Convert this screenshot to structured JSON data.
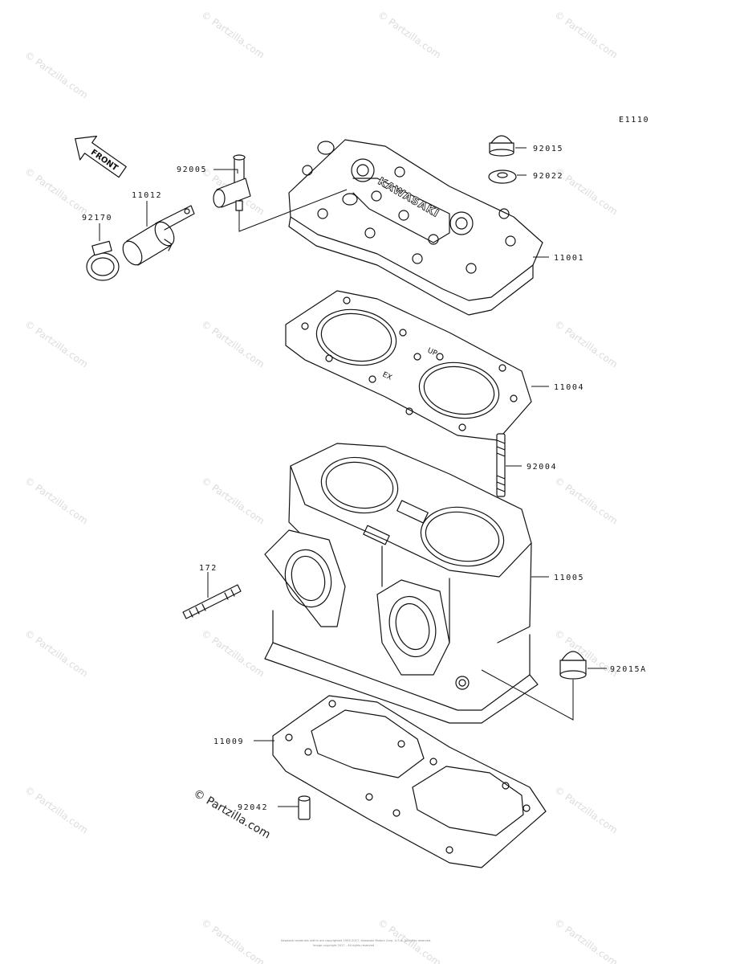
{
  "diagram_code": "E1110",
  "front_label": "FRONT",
  "brand_text": "KAWASAKI",
  "gasket_marks": {
    "up": "UP",
    "ex": "EX"
  },
  "watermark": "© Partzilla.com",
  "corner_watermark": "© Partzilla.com",
  "footer_line1": "Kawasaki materials within are copyrighted 1995-2017, Kawasaki Motors Corp. U.S.A. All rights reserved.",
  "footer_line2": "Image copyright 2017 - All rights reserved",
  "parts": [
    {
      "id": "p92015",
      "number": "92015"
    },
    {
      "id": "p92022",
      "number": "92022"
    },
    {
      "id": "p92005",
      "number": "92005"
    },
    {
      "id": "p11012",
      "number": "11012"
    },
    {
      "id": "p92170",
      "number": "92170"
    },
    {
      "id": "p11001",
      "number": "11001"
    },
    {
      "id": "p11004",
      "number": "11004"
    },
    {
      "id": "p92004",
      "number": "92004"
    },
    {
      "id": "p172",
      "number": "172"
    },
    {
      "id": "p11005",
      "number": "11005"
    },
    {
      "id": "p92015A",
      "number": "92015A"
    },
    {
      "id": "p11009",
      "number": "11009"
    },
    {
      "id": "p92042",
      "number": "92042"
    }
  ]
}
